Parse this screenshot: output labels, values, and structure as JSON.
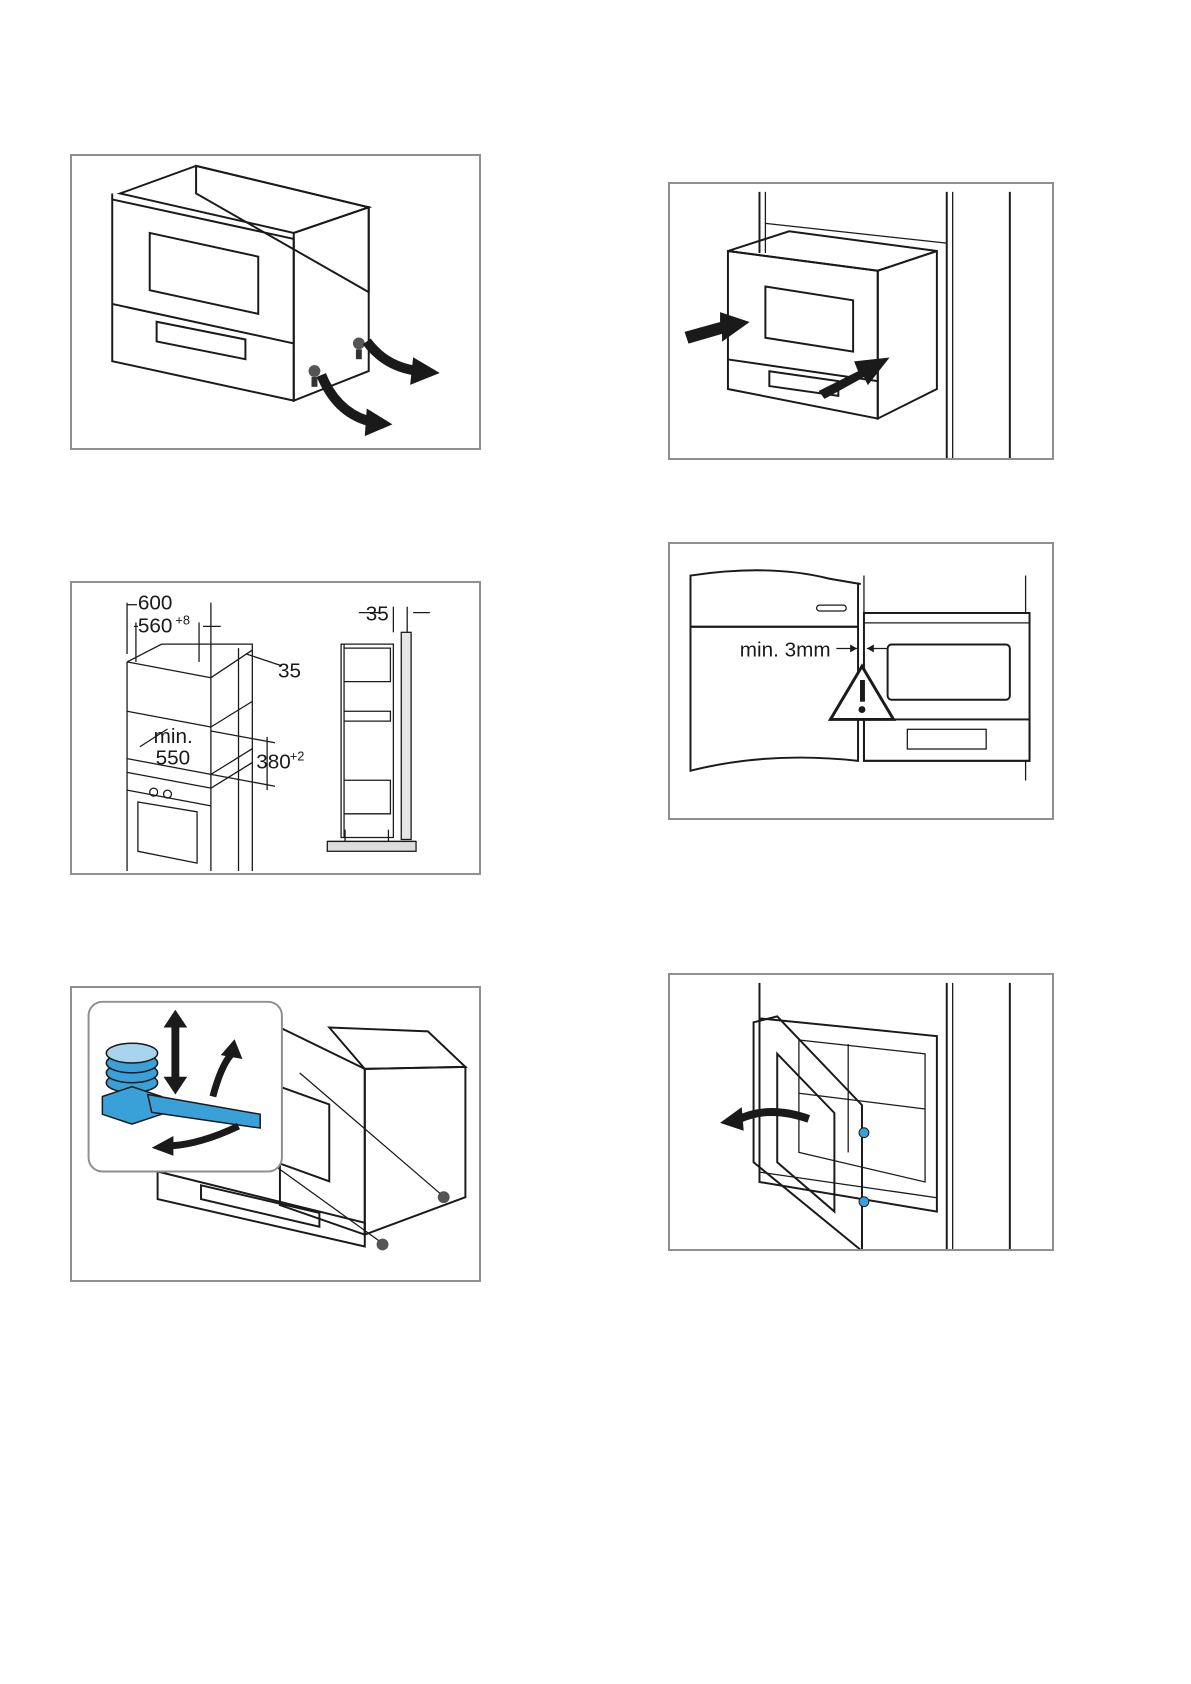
{
  "figures": [
    {
      "id": "remove-feet"
    },
    {
      "id": "push-into-niche"
    },
    {
      "id": "niche-dimensions",
      "labels": {
        "width_outer": "600",
        "width_inner": "560",
        "width_inner_tol": "+8",
        "depth_offset": "35",
        "min_label": "min.",
        "min_depth": "550",
        "height": "380",
        "height_tol": "+2",
        "side_offset": "35"
      }
    },
    {
      "id": "min-gap-warning",
      "labels": {
        "gap": "min. 3mm"
      }
    },
    {
      "id": "adjust-feet"
    },
    {
      "id": "open-door"
    }
  ],
  "colors": {
    "accent_blue": "#3ea6dd",
    "light_blue": "#a8d4ee",
    "frame": "#8f8f8f",
    "line": "#1a1a1a"
  }
}
